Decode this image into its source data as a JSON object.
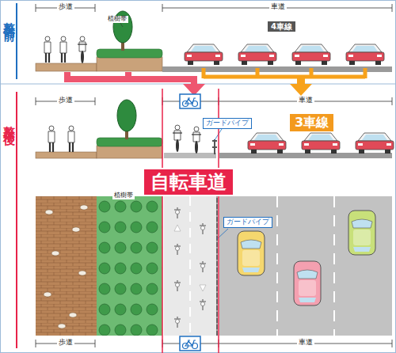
{
  "diagram": {
    "nodes": [
      {
        "text": [
          "4車線"
        ]
      },
      {
        "text": [
          "ガードパイプ"
        ]
      },
      {
        "text": [
          "3車線"
        ]
      },
      {
        "text": [
          "自転車道"
        ]
      },
      {
        "text": [
          "ガードパイプ"
        ]
      }
    ],
    "labels": [
      "整備前",
      "歩道",
      "植樹帯",
      "車道",
      "整備後",
      "歩道",
      "車道",
      "植樹帯",
      "歩道",
      "車道"
    ]
  }
}
